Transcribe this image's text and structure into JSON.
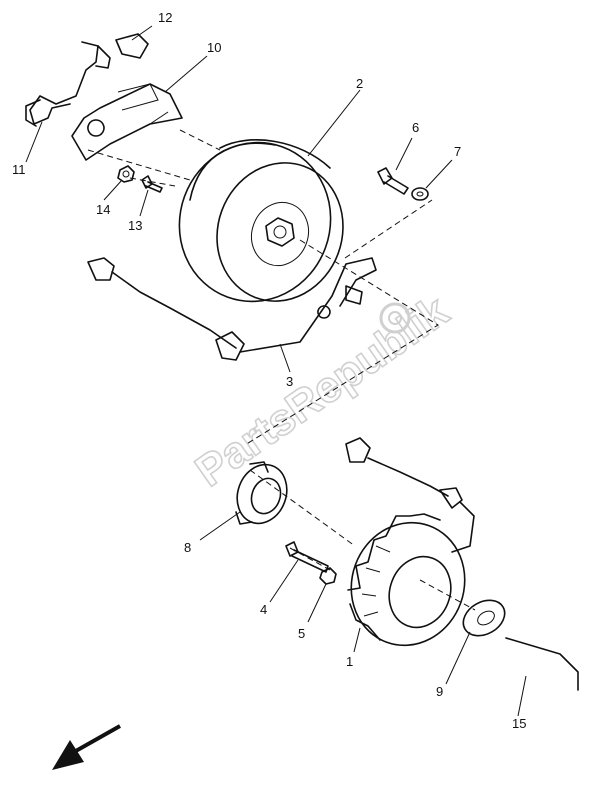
{
  "watermark": "PartsRepublik",
  "callouts": {
    "c1": "1",
    "c2": "2",
    "c3": "3",
    "c4": "4",
    "c5": "5",
    "c6": "6",
    "c7": "7",
    "c8": "8",
    "c9": "9",
    "c10": "10",
    "c11": "11",
    "c12": "12",
    "c13": "13",
    "c14": "14",
    "c15": "15"
  },
  "icons": {
    "direction": "front-direction-arrow-icon",
    "watermark_gear": "gear-icon"
  }
}
